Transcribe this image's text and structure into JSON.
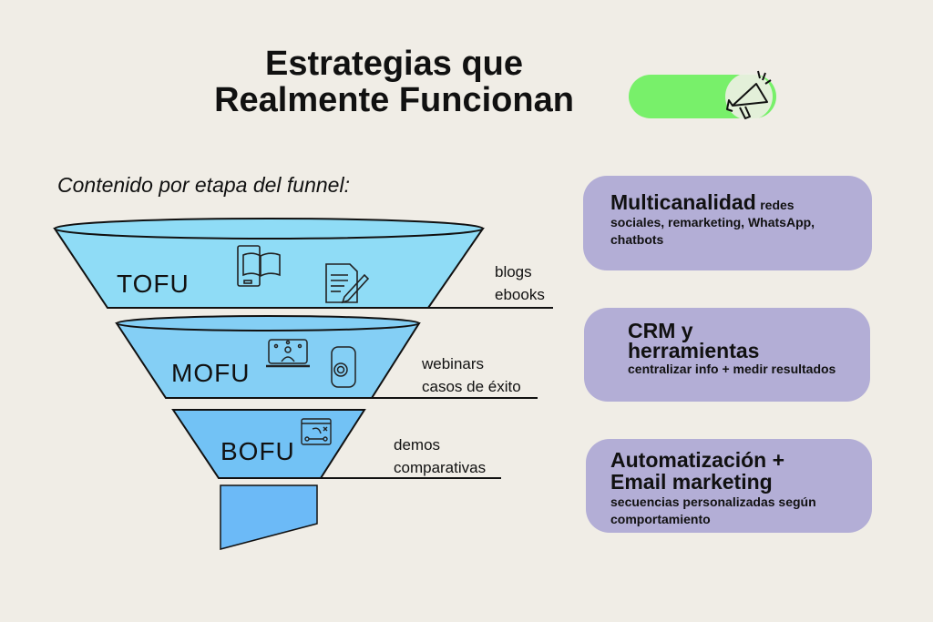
{
  "title": {
    "line1": "Estrategias que",
    "line2": "Realmente Funcionan"
  },
  "subtitle": "Contenido por etapa del funnel:",
  "funnel": [
    {
      "stage": "TOFU",
      "items": [
        "blogs",
        "ebooks"
      ],
      "icons": [
        "ebook-tablet-icon",
        "document-pencil-icon"
      ]
    },
    {
      "stage": "MOFU",
      "items": [
        "webinars",
        "casos de éxito"
      ],
      "icons": [
        "webinar-presenter-icon",
        "phone-target-icon"
      ]
    },
    {
      "stage": "BOFU",
      "items": [
        "demos",
        "comparativas"
      ],
      "icons": [
        "strategy-board-icon"
      ]
    }
  ],
  "cards": [
    {
      "heading": "Multicanalidad",
      "text": "redes sociales, remarketing, WhatsApp, chatbots"
    },
    {
      "heading": "CRM y herramientas",
      "text": "centralizar info + medir resultados"
    },
    {
      "heading": "Automatización + Email marketing",
      "text": "secuencias personalizadas según comportamiento"
    }
  ],
  "colors": {
    "background": "#f0ede6",
    "card": "#b3aed6",
    "pill": "#78f06a",
    "tofu": "#8fdcf6",
    "mofu": "#84cff5",
    "bofu": "#72c2f5",
    "stem": "#6cbaf7"
  }
}
